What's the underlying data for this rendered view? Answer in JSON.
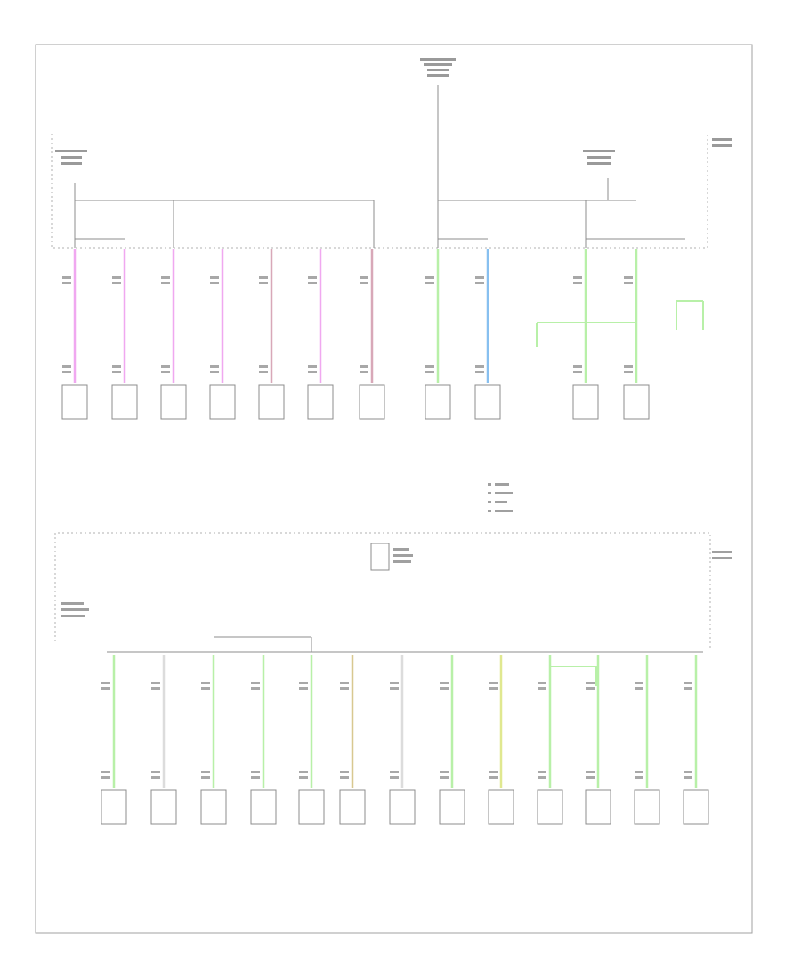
{
  "frame": {
    "border_color": "#a0a0a0",
    "line_color": "#8c8c8c"
  },
  "wire_colors": {
    "pink": "#f0a8f0",
    "brown_pink": "#d8a8b8",
    "green": "#b8f0a8",
    "blue": "#88c0f0",
    "tan": "#d8c890",
    "yellow": "#e0e890",
    "white": "#dcdcdc"
  },
  "footer": {
    "code": ""
  },
  "upper": {
    "components": [
      {
        "col": 0,
        "wire": "pink",
        "caption": []
      },
      {
        "col": 1,
        "wire": "pink",
        "caption": []
      },
      {
        "col": 2,
        "wire": "pink",
        "caption": []
      },
      {
        "col": 3,
        "wire": "pink",
        "caption": []
      },
      {
        "col": 4,
        "wire": "brown_pink",
        "caption": []
      },
      {
        "col": 5,
        "wire": "pink",
        "caption": []
      },
      {
        "col": 6,
        "wire": "brown_pink",
        "caption": []
      },
      {
        "col": 7,
        "wire": "green",
        "caption": []
      },
      {
        "col": 8,
        "wire": "blue",
        "caption": []
      },
      {
        "col": 9,
        "wire": "green",
        "caption": []
      },
      {
        "col": 10,
        "wire": "green",
        "caption": []
      },
      {
        "col": 11,
        "wire": "green",
        "caption": []
      }
    ]
  },
  "lower": {
    "components": [
      {
        "col": 0,
        "wire": "green",
        "caption": []
      },
      {
        "col": 1,
        "wire": "white",
        "caption": []
      },
      {
        "col": 2,
        "wire": "green",
        "caption": []
      },
      {
        "col": 3,
        "wire": "green",
        "caption": []
      },
      {
        "col": 4,
        "wire": "green",
        "caption": []
      },
      {
        "col": 5,
        "wire": "tan",
        "caption": []
      },
      {
        "col": 6,
        "wire": "white",
        "caption": []
      },
      {
        "col": 7,
        "wire": "green",
        "caption": []
      },
      {
        "col": 8,
        "wire": "yellow",
        "caption": []
      },
      {
        "col": 9,
        "wire": "green",
        "caption": []
      },
      {
        "col": 10,
        "wire": "green",
        "caption": []
      },
      {
        "col": 11,
        "wire": "green",
        "caption": []
      },
      {
        "col": 12,
        "wire": "green",
        "caption": []
      }
    ]
  }
}
